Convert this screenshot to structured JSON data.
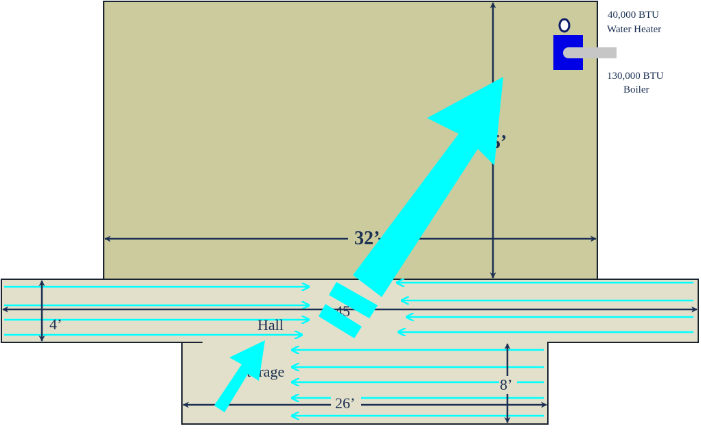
{
  "colors": {
    "main_room": "#cbcb9d",
    "hall": "#e2e0cb",
    "storage": "#e2e0cb",
    "outline": "#1a2430",
    "dimension": "#1b2f52",
    "airflow": "#00ffff",
    "water_heater": "#0000e6",
    "flue": "#c6c6c6"
  },
  "equipment": {
    "water_heater": {
      "line1": "40,000 BTU",
      "line2": "Water Heater",
      "icon": "water-heater-icon"
    },
    "boiler": {
      "line1": "130,000 BTU",
      "line2": "Boiler",
      "icon": "boiler-symbol-icon"
    }
  },
  "dimensions": {
    "main_width": "32’",
    "main_depth": "5’",
    "hall_width": "4’",
    "hall_length": "45’",
    "storage_length": "26’",
    "storage_depth": "8’"
  },
  "rooms": {
    "hall": "Hall",
    "storage": "Storage"
  }
}
